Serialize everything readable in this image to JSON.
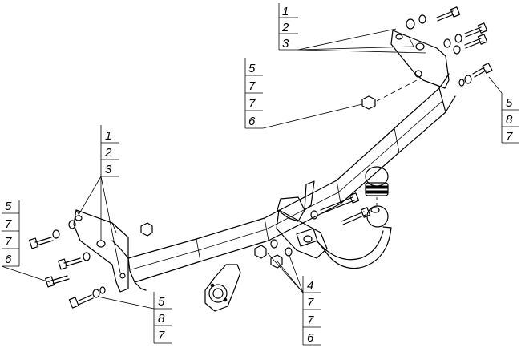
{
  "callouts": {
    "top_right_bracket": [
      "1",
      "2",
      "3"
    ],
    "top_center_hardware": [
      "5",
      "7",
      "7",
      "6"
    ],
    "right_bolt": [
      "5",
      "8",
      "7"
    ],
    "left_bracket": [
      "1",
      "2",
      "3"
    ],
    "left_hardware": [
      "5",
      "7",
      "7",
      "6"
    ],
    "bottom_left_bolt": [
      "5",
      "8",
      "7"
    ],
    "bottom_right_hardware": [
      "4",
      "7",
      "7",
      "6"
    ]
  }
}
